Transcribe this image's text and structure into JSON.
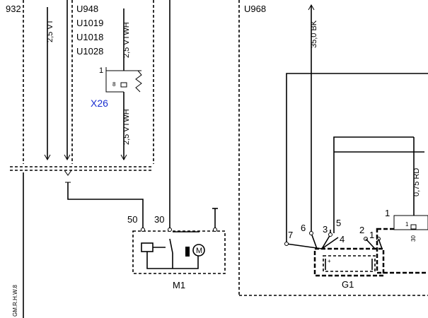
{
  "labels": {
    "left_partial": "932",
    "module_codes": [
      "U948",
      "U1019",
      "U1018",
      "U1028"
    ],
    "module_right": "U968",
    "connector_x26": "X26",
    "component_m1": "M1",
    "component_g1": "G1",
    "conn_pin_1": "1",
    "conn_pin_8": "8"
  },
  "wires": {
    "w_left": "2,5 VT",
    "w_vtwh_top": "2,5 VTWH",
    "w_vtwh_bottom": "2,5 VTWH",
    "w_bk": "35,0 BK",
    "w_rd": "0,75 RD"
  },
  "pins": {
    "m1_50": "50",
    "m1_30": "30",
    "g1_7": "7",
    "g1_6": "6",
    "g1_3": "3",
    "g1_5": "5",
    "g1_4": "4",
    "g1_2": "2",
    "g1_1": "1",
    "right_1": "1",
    "right_1_inner": "1",
    "right_30": "30"
  },
  "side_note": "GM.R.H.W.8"
}
